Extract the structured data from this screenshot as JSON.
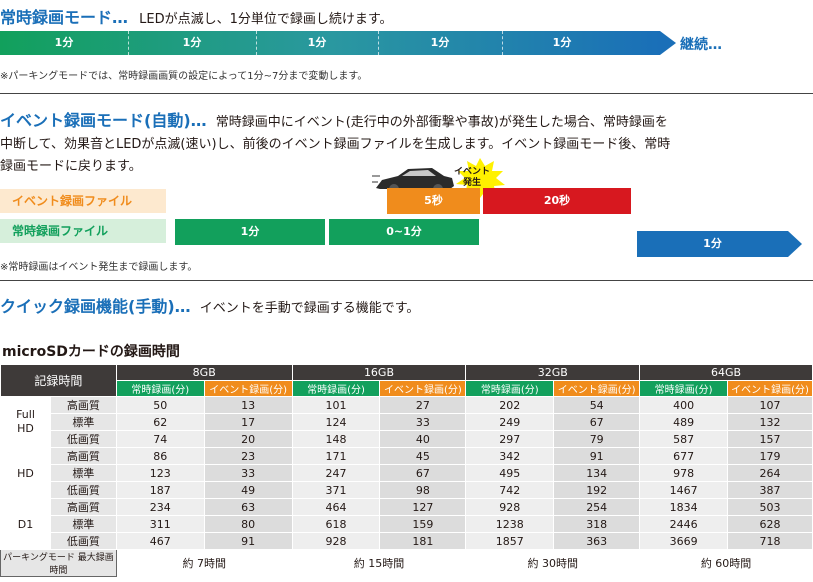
{
  "sections": {
    "continuous": {
      "title": "常時録画モード…",
      "desc": "LEDが点滅し、1分単位で録画し続けます。",
      "segments": [
        "1分",
        "1分",
        "1分",
        "1分",
        "1分"
      ],
      "continue_label": "継続…",
      "note": "※パーキングモードでは、常時録画画質の設定によって1分~7分まで変動します。"
    },
    "event": {
      "title": "イベント録画モード(自動)…",
      "desc_line1": "常時録画中にイベント(走行中の外部衝撃や事故)が発生した場合、常時録画を",
      "desc_line2": "中断して、効果音とLEDが点滅(速い)し、前後のイベント録画ファイルを生成します。イベント録画モード後、常時",
      "desc_line3": "録画モードに戻ります。",
      "event_file_label": "イベント録画ファイル",
      "normal_file_label": "常時録画ファイル",
      "burst_label_1": "イベント",
      "burst_label_2": "発生",
      "block_5s": "5秒",
      "block_20s": "20秒",
      "block_1min_a": "1分",
      "block_0_1min": "0~1分",
      "block_1min_b": "1分",
      "note": "※常時録画はイベント発生まで録画します。"
    },
    "quick": {
      "title": "クイック録画機能(手動)…",
      "desc": "イベントを手動で録画する機能です。"
    }
  },
  "table": {
    "title": "microSDカードの録画時間",
    "corner": "記録時間",
    "capacities": [
      "8GB",
      "16GB",
      "32GB",
      "64GB"
    ],
    "col_normal": "常時録画(分)",
    "col_event": "イベント録画(分)",
    "groups": [
      {
        "name": "Full HD",
        "rows": [
          {
            "quality": "高画質",
            "values": [
              "50",
              "13",
              "101",
              "27",
              "202",
              "54",
              "400",
              "107"
            ]
          },
          {
            "quality": "標準",
            "values": [
              "62",
              "17",
              "124",
              "33",
              "249",
              "67",
              "489",
              "132"
            ]
          },
          {
            "quality": "低画質",
            "values": [
              "74",
              "20",
              "148",
              "40",
              "297",
              "79",
              "587",
              "157"
            ]
          }
        ]
      },
      {
        "name": "HD",
        "rows": [
          {
            "quality": "高画質",
            "values": [
              "86",
              "23",
              "171",
              "45",
              "342",
              "91",
              "677",
              "179"
            ]
          },
          {
            "quality": "標準",
            "values": [
              "123",
              "33",
              "247",
              "67",
              "495",
              "134",
              "978",
              "264"
            ]
          },
          {
            "quality": "低画質",
            "values": [
              "187",
              "49",
              "371",
              "98",
              "742",
              "192",
              "1467",
              "387"
            ]
          }
        ]
      },
      {
        "name": "D1",
        "rows": [
          {
            "quality": "高画質",
            "values": [
              "234",
              "63",
              "464",
              "127",
              "928",
              "254",
              "1834",
              "503"
            ]
          },
          {
            "quality": "標準",
            "values": [
              "311",
              "80",
              "618",
              "159",
              "1238",
              "318",
              "2446",
              "628"
            ]
          },
          {
            "quality": "低画質",
            "values": [
              "467",
              "91",
              "928",
              "181",
              "1857",
              "363",
              "3669",
              "718"
            ]
          }
        ]
      }
    ],
    "parking_label": "パーキングモード 最大録画時間",
    "parking_values": [
      "約 7時間",
      "約 15時間",
      "約 30時間",
      "約 60時間"
    ]
  },
  "colors": {
    "blue": "#1a6fb8",
    "green": "#12a05c",
    "orange": "#f08c1c",
    "red": "#d7181f",
    "dark": "#3e3a39",
    "yellow": "#fff100"
  }
}
